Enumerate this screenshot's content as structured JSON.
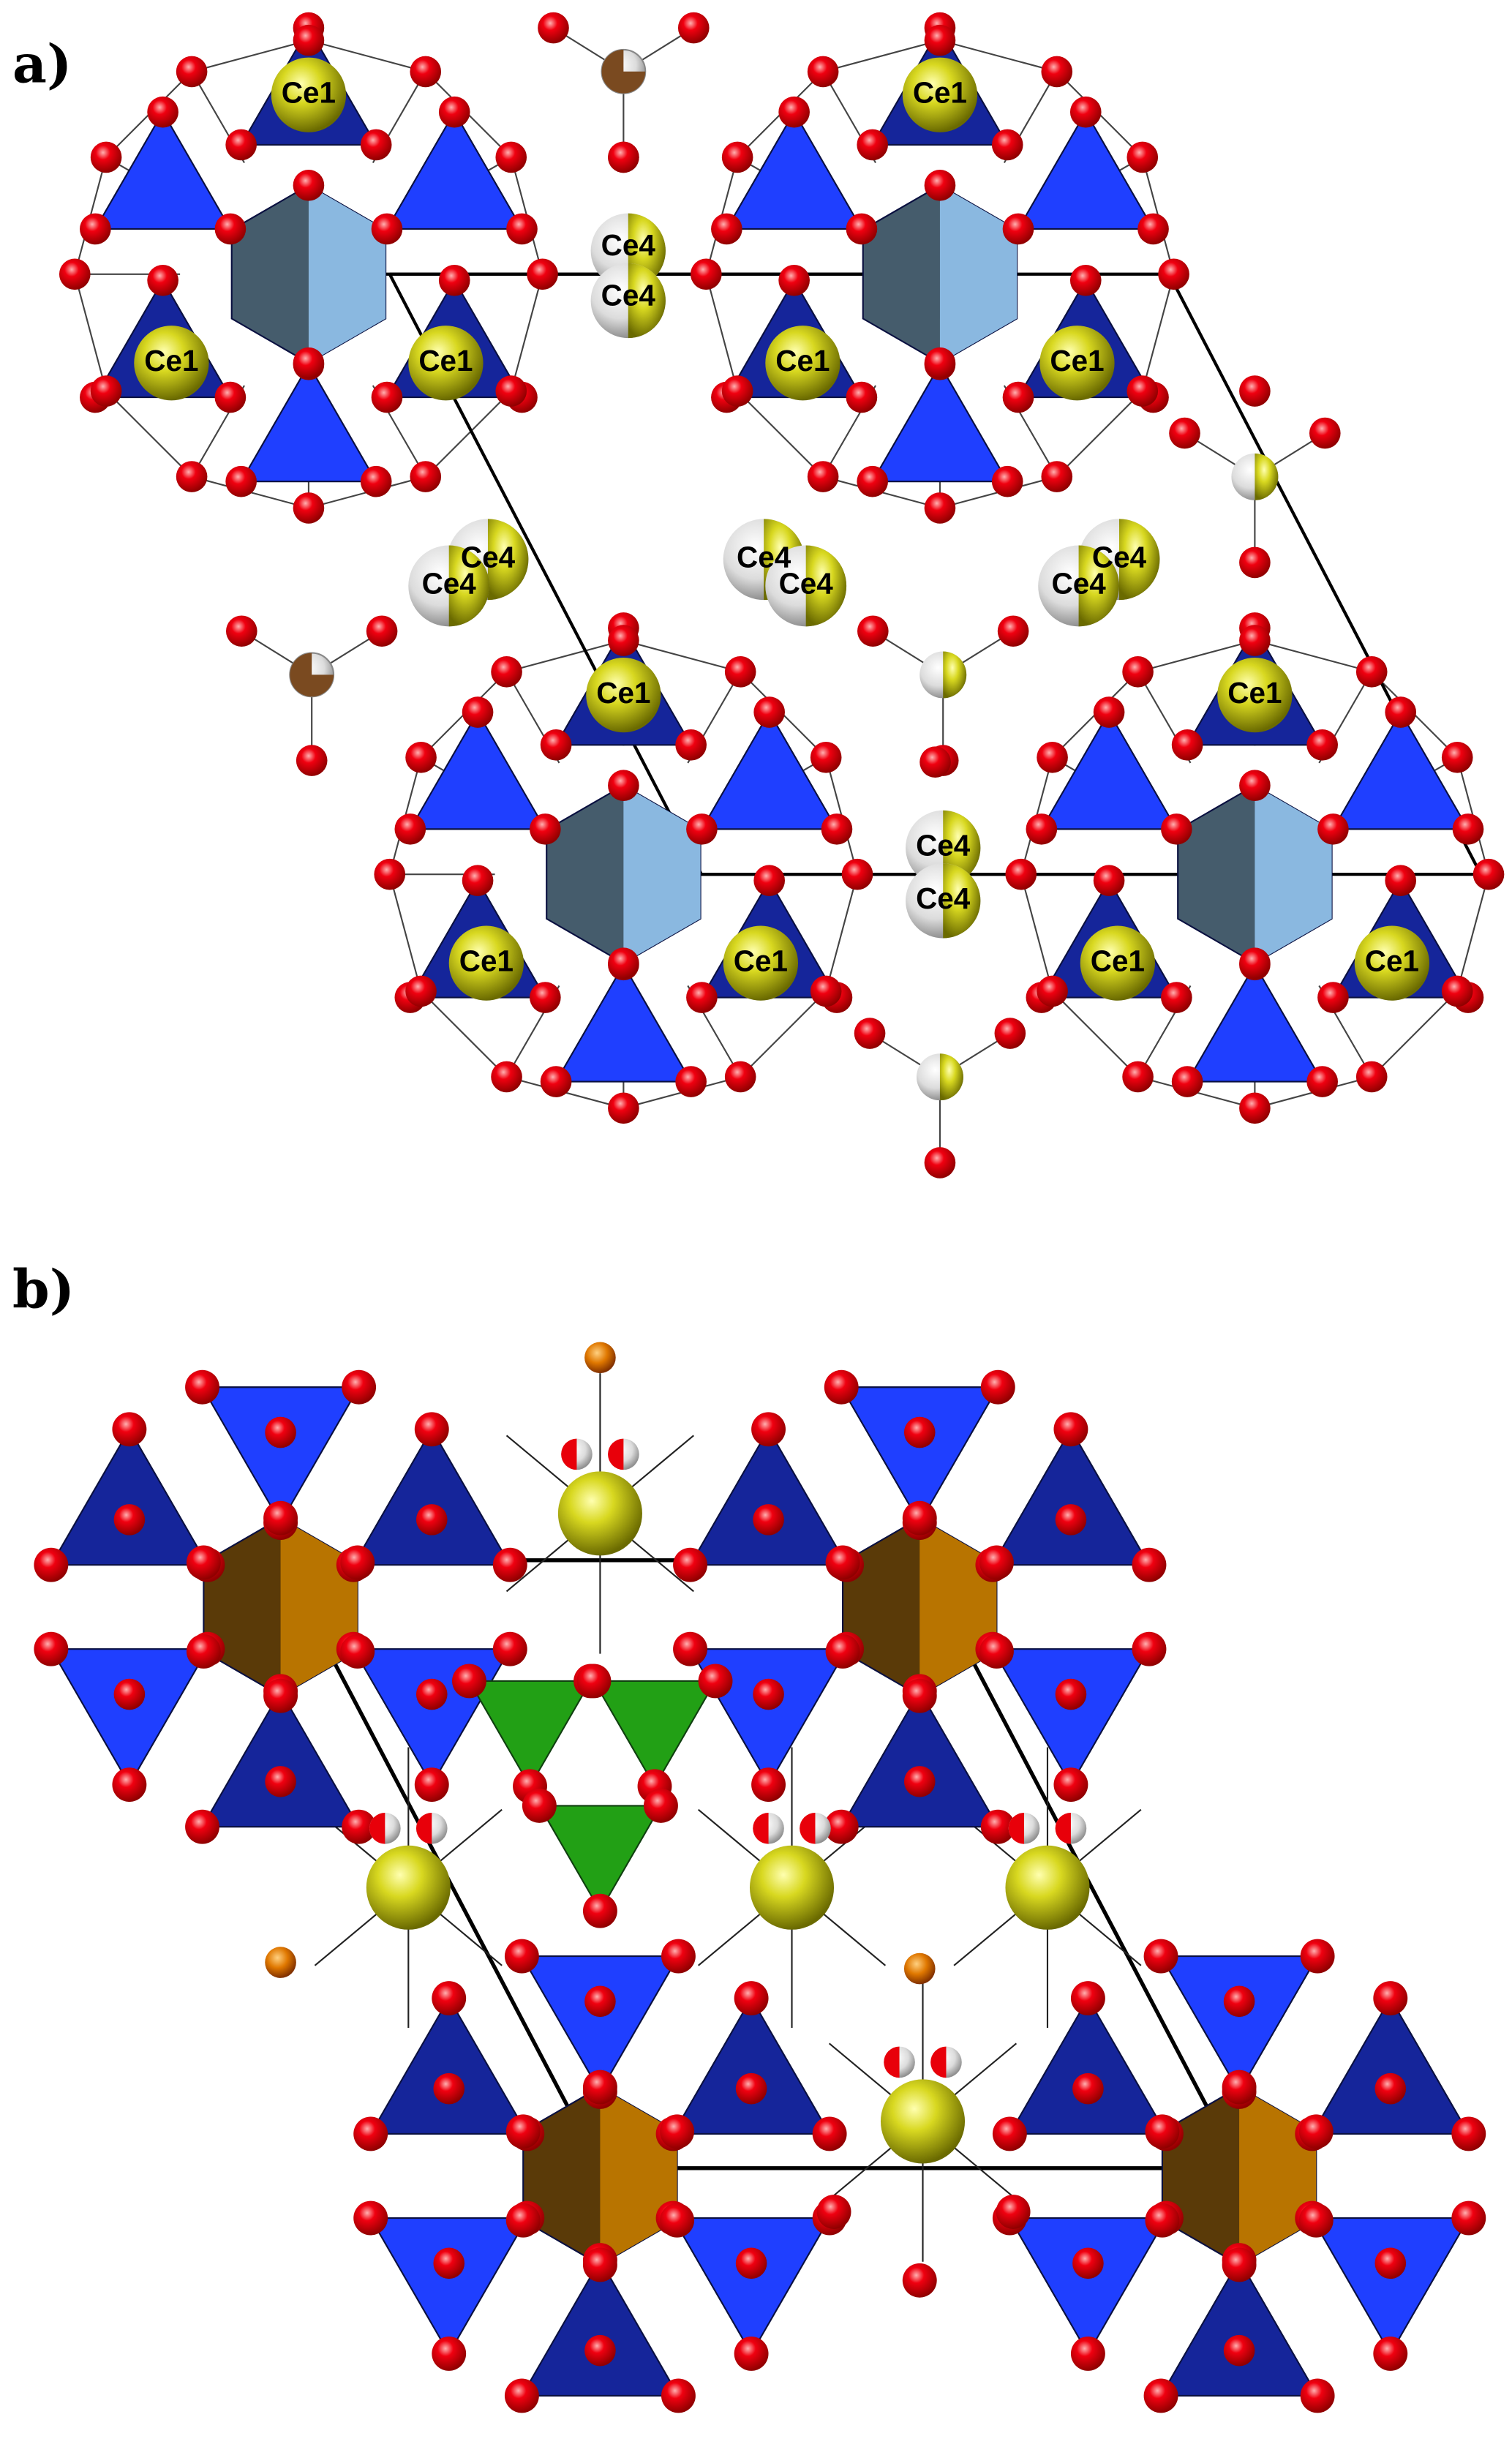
{
  "panel_a": {
    "label": "a)",
    "atom_labels": [
      "Ce1",
      "Ce1",
      "Ce1",
      "Ce1",
      "Ce1",
      "Ce1",
      "Ce4",
      "Ce4",
      "Ce1",
      "Ce1",
      "Ce1",
      "Ce1",
      "Ce1",
      "Ce1",
      "Ce4",
      "Ce4",
      "Ce4",
      "Ce4",
      "Ce4",
      "Ce4",
      "Ce4",
      "Ce4"
    ]
  },
  "panel_b": {
    "label": "b)"
  },
  "colors": {
    "oxygen": "#e8000a",
    "tetrahedron_light": "#1f3fff",
    "tetrahedron_dark": "#15259a",
    "hexagon_a_face": "#8ab8e0",
    "hexagon_a_side": "#455c6c",
    "hexagon_b_face": "#b87400",
    "hexagon_b_side": "#5a3a08",
    "cerium": "#d8d820",
    "green_triangle": "#22a015",
    "orange_atom": "#e07800",
    "brown_atom": "#7a4a20"
  }
}
